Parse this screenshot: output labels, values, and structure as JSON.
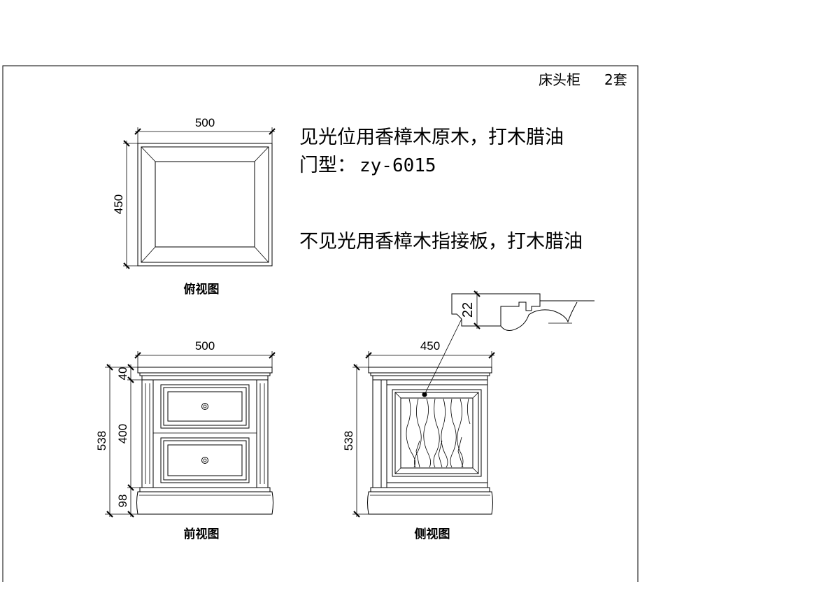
{
  "title_block": {
    "name": "床头柜",
    "quantity": "2套"
  },
  "notes": {
    "line1": "见光位用香樟木原木，打木腊油",
    "line2_label": "门型：",
    "line2_value": "zy-6015",
    "line3": "不见光用香樟木指接板，打木腊油"
  },
  "views": {
    "top": {
      "caption": "俯视图",
      "width": "500",
      "depth": "450"
    },
    "front": {
      "caption": "前视图",
      "width": "500",
      "height_total": "538",
      "top_thickness": "40",
      "body_height": "400",
      "base_height": "98"
    },
    "side": {
      "caption": "侧视图",
      "width": "450",
      "height_total": "538"
    }
  },
  "profile_detail": {
    "dimension": "22"
  }
}
